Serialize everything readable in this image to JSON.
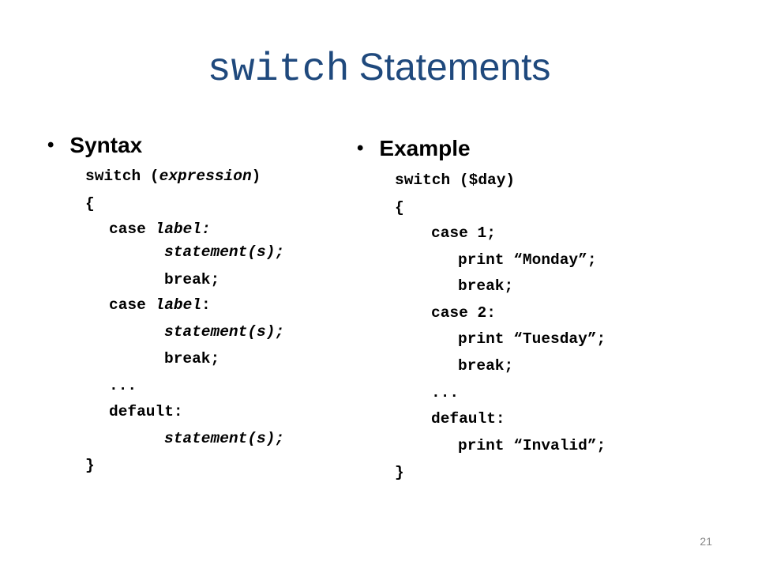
{
  "title": {
    "mono": "switch",
    "sans": "Statements"
  },
  "left": {
    "bullet": "Syntax",
    "lines": {
      "l1_kw": "switch (",
      "l1_it": "expression",
      "l1_end": ")",
      "l2": "{",
      "l3_kw": "case ",
      "l3_it": "label:",
      "l4": "statement(s);",
      "l5": "break;",
      "l6_kw": "case ",
      "l6_it": "label",
      "l6_end": ":",
      "l7": "statement(s);",
      "l8": "break;",
      "l9": "...",
      "l10": "default:",
      "l11": "statement(s);",
      "l12": "}"
    }
  },
  "right": {
    "bullet": "Example",
    "lines": {
      "l1": "switch ($day)",
      "l2": "{",
      "l3": "case 1;",
      "l4": "print “Monday”;",
      "l5": "break;",
      "l6": "case 2:",
      "l7": "print “Tuesday”;",
      "l8": "break;",
      "l9": "...",
      "l10": "default:",
      "l11": "print “Invalid”;",
      "l12": "}"
    }
  },
  "page_number": "21"
}
